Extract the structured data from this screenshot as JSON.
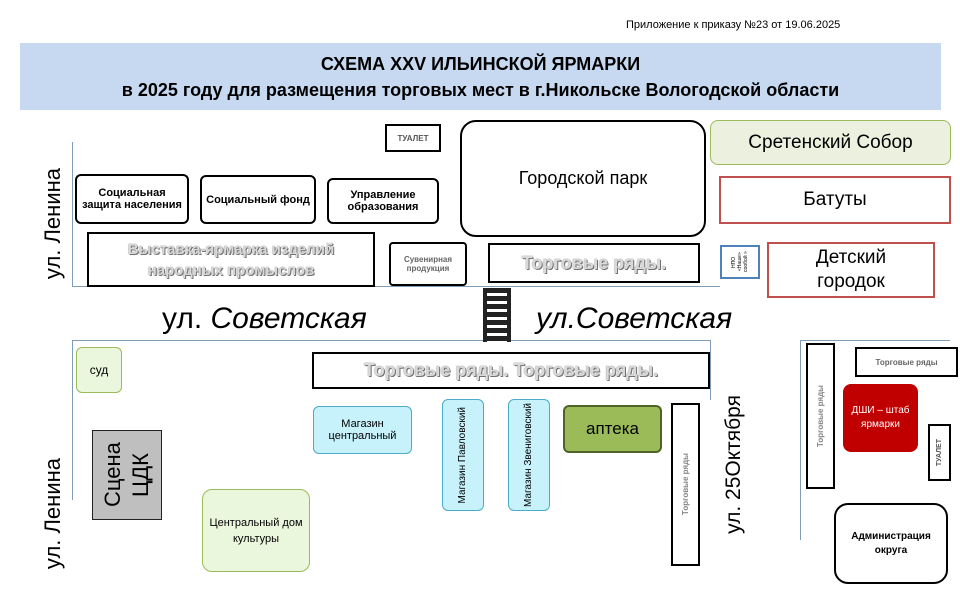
{
  "order_note": "Приложение  к приказу №23 от  19.06.2025",
  "title": {
    "line1": "СХЕМА  XXV ИЛЬИНСКОЙ ЯРМАРКИ",
    "line2": "в 2025 году для размещения торговых мест в г.Никольске Вологодской области"
  },
  "streets": {
    "lenina_top": "ул. Ленина",
    "lenina_bottom": "ул. Ленина",
    "sovetskaya_left_prefix": "ул. ",
    "sovetskaya_left_name": "Советская",
    "sovetskaya_right": "ул.Советская",
    "oktyabrya": "ул. 25Октября"
  },
  "north": {
    "soc_zashchita": "Социальная защита населения",
    "soc_fond": "Социальный фонд",
    "upr_obrazovaniya": "Управление образования",
    "tualet": "ТУАЛЕТ",
    "park": "Городской парк",
    "sobor": "Сретенский Собор",
    "batuty": "Батуты",
    "vystavka": "Выставка-ярмарка изделий народных промыслов",
    "suvenirnaya": "Сувенирная продукция",
    "torg_ryady": "Торговые ряды.",
    "small_sign": "НПО «Нашe» сообой »",
    "detsky": "Детский городок"
  },
  "south": {
    "sud": "суд",
    "scena": "Сцена ЦДК",
    "torg_ryady_long": "Торговые ряды. Торговые ряды.",
    "magazin_centr": "Магазин центральный",
    "magazin_pavl": "Магазин Павловский",
    "magazin_zven": "Магазин Звениговский",
    "apteka": "аптека",
    "cdk": "Центральный дом культуры",
    "torg_ryady_vert": "Торговые ряды",
    "torg_ryady_vert2": "Торговые ряды",
    "torg_ryady_small": "Торговые ряды",
    "dshi": "ДШИ – штаб ярмарки",
    "tualet2": "ТУАЛЕТ",
    "admin": "Администрация округа"
  },
  "colors": {
    "title_bg": "#c6d9f1",
    "sobor_bg": "#ebf1de",
    "batuty_border": "#c0504d",
    "apteka_bg": "#9bbb59",
    "dshi_bg": "#c00000",
    "cyan_bg": "#c7f1fb",
    "green_pale": "#ebf7dc",
    "scena_bg": "#bfbfbf"
  }
}
